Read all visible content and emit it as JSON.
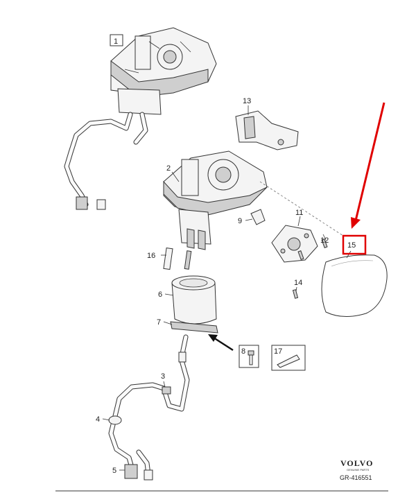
{
  "callouts": {
    "c1": "1",
    "c2": "2",
    "c3": "3",
    "c4": "4",
    "c5": "5",
    "c6": "6",
    "c7": "7",
    "c8": "8",
    "c9": "9",
    "c11": "11",
    "c12": "12",
    "c13": "13",
    "c14": "14",
    "c15": "15",
    "c16": "16",
    "c17": "17"
  },
  "brand": {
    "name": "VOLVO",
    "subtitle": "GENUINE PARTS"
  },
  "reference": "GR-416551",
  "colors": {
    "highlight": "#e00000",
    "arrow": "#e00000",
    "line": "#333333"
  }
}
